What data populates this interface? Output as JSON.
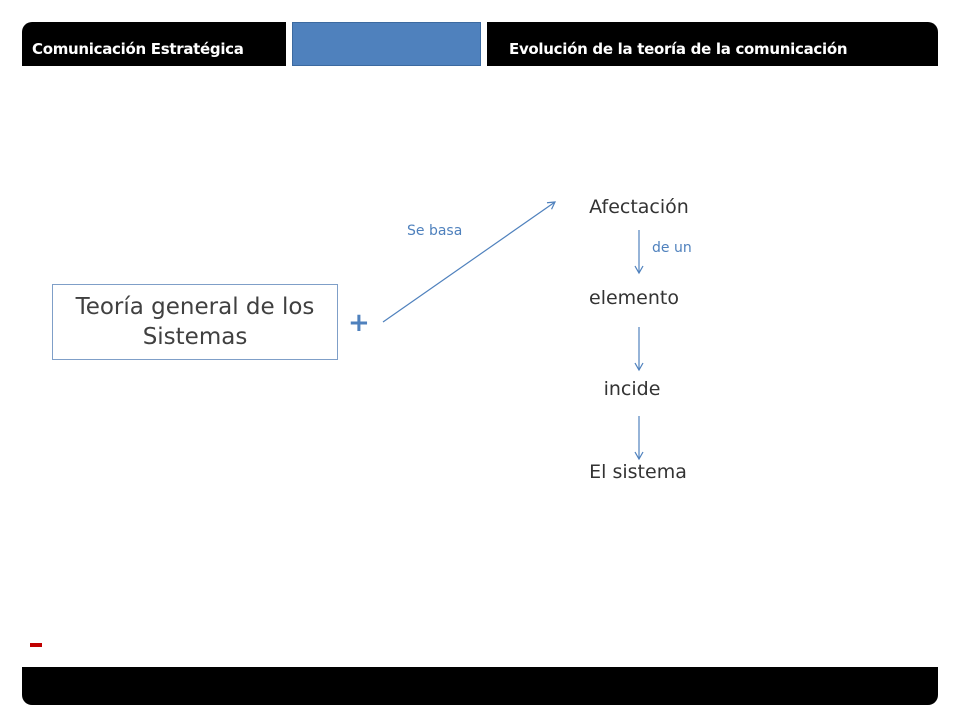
{
  "header": {
    "left_title": "Comunicación Estratégica",
    "right_title": "Evolución de la teoría de la comunicación"
  },
  "diagram": {
    "source_box": "Teoría general de los Sistemas",
    "plus_symbol": "+",
    "edge_basis_label": "Se basa",
    "node_affectation": "Afectación",
    "edge_of_label": "de un",
    "node_element": "elemento",
    "node_incide": "incide",
    "node_system": "El sistema"
  },
  "footer": {
    "minus_symbol": "-"
  },
  "colors": {
    "accent": "#4f81bd",
    "bar": "#000000",
    "minus": "#c00000",
    "text": "#333333"
  }
}
